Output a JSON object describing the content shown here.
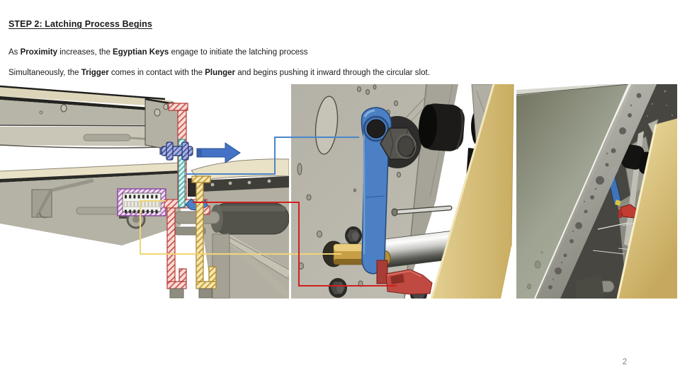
{
  "slide": {
    "title": "STEP 2: Latching Process Begins",
    "page_number": "2",
    "paragraph1": {
      "seg1": "As ",
      "bold1": "Proximity",
      "seg2": " increases, the ",
      "bold2": "Egyptian Keys",
      "seg3": " engage to initiate the latching process"
    },
    "paragraph2": {
      "seg1": "Simultaneously, the ",
      "bold1": "Trigger",
      "seg2": " comes in contact with the ",
      "bold2": "Plunger",
      "seg3": " and begins pushing it inward through the circular slot."
    }
  },
  "colors": {
    "callout_blue": "#4a86c8",
    "callout_red": "#d02020",
    "callout_yellow": "#f0d575",
    "arrow_blue": "#4472c4",
    "lever_blue": "#4b80c4",
    "small_lever_blue": "#3f74b8",
    "trigger_red": "#c04a42",
    "plunger_brass": "#c89f46",
    "tan_panel": "#d9c385",
    "page_number_gray": "#7f7f7f"
  }
}
